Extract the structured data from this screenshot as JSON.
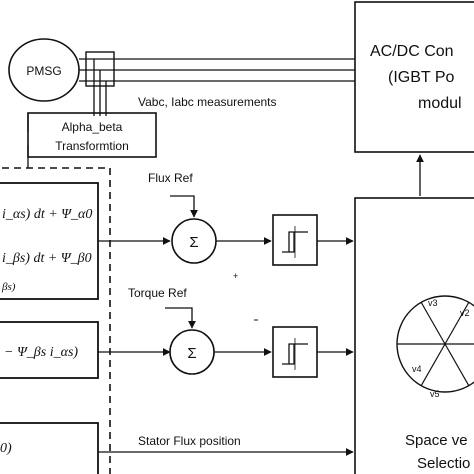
{
  "blocks": {
    "generator": "PMSG",
    "converter_line1": "AC/DC Con",
    "converter_line2": "(IGBT Po",
    "converter_line3": "modul",
    "transform_line1": "Alpha_beta",
    "transform_line2": "Transformtion",
    "selector_line1": "Space ve",
    "selector_line2": "Selectio",
    "summer_symbol": "Σ"
  },
  "signals": {
    "measurements": "Vabc, Iabc measurements",
    "flux_ref": "Flux Ref",
    "torque_ref": "Torque Ref",
    "stator_flux_position": "Stator Flux position"
  },
  "estimator": {
    "row1": "i_αs) dt + Ψ_α0",
    "row2": "i_βs) dt + Ψ_β0",
    "row3": "βs)",
    "row4": "− Ψ_βs i_αs)",
    "row5": "0)"
  },
  "vectors": [
    "v3",
    "v2",
    "v4",
    "v5"
  ]
}
